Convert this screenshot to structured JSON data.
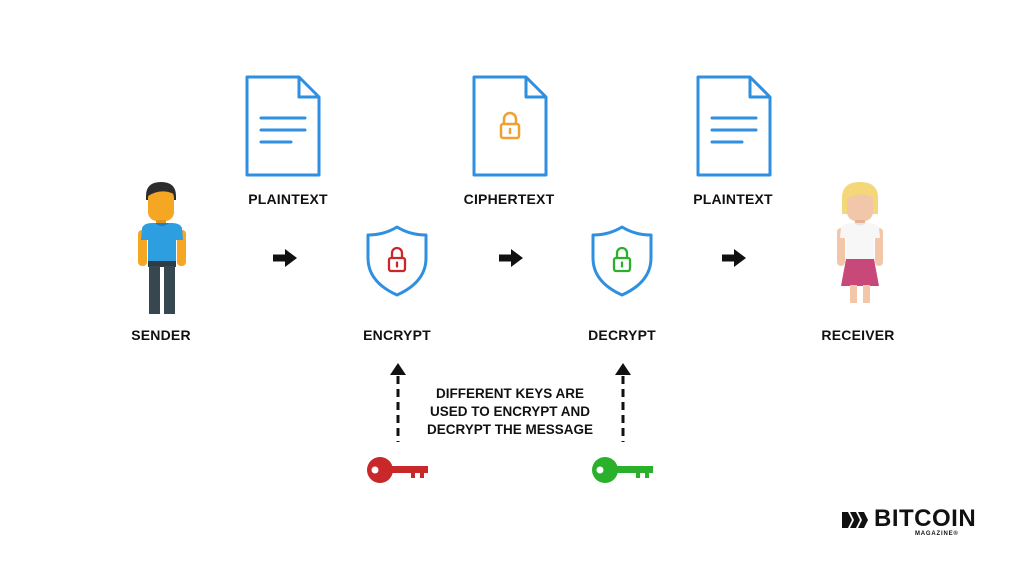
{
  "labels": {
    "plaintext_1": "PLAINTEXT",
    "ciphertext": "CIPHERTEXT",
    "plaintext_2": "PLAINTEXT",
    "sender": "SENDER",
    "encrypt": "ENCRYPT",
    "decrypt": "DECRYPT",
    "receiver": "RECEIVER"
  },
  "note": {
    "line1": "DIFFERENT KEYS ARE",
    "line2": "USED TO ENCRYPT AND",
    "line3": "DECRYPT THE MESSAGE"
  },
  "brand": {
    "name": "BITCOIN",
    "subtitle": "MAGAZINE®"
  },
  "colors": {
    "doc_outline": "#2f8fe0",
    "lock_orange": "#f0a030",
    "encrypt_red": "#c8282a",
    "decrypt_green": "#2bb02b",
    "arrow": "#111111"
  },
  "icons": [
    "document-icon",
    "lock-icon",
    "shield-lock-icon",
    "key-icon",
    "arrow-right-icon",
    "person-icon"
  ]
}
